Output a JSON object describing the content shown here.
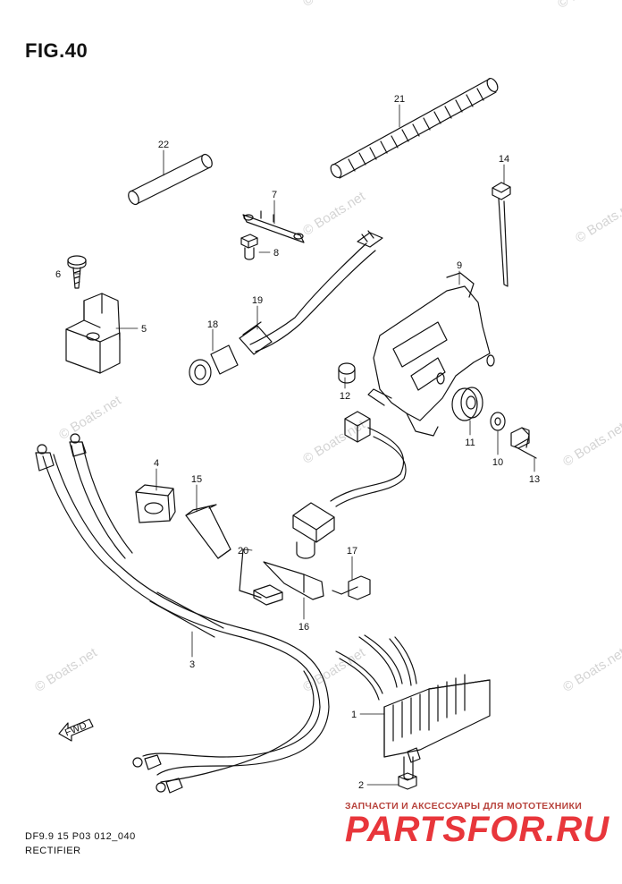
{
  "figure_title": "FIG.40",
  "watermark_text": "© Boats.net",
  "footer": {
    "code": "DF9.9 15 P03 012_040",
    "name": "RECTIFIER"
  },
  "brand": {
    "caption": "ЗАПЧАСТИ И АКСЕССУАРЫ ДЛЯ МОТОТЕХНИКИ",
    "logo": "PARTSFOR.RU"
  },
  "fwd_arrow_label": "FWD",
  "callouts": [
    "1",
    "2",
    "3",
    "4",
    "5",
    "6",
    "7",
    "8",
    "9",
    "10",
    "11",
    "12",
    "13",
    "14",
    "15",
    "16",
    "17",
    "18",
    "19",
    "20",
    "21",
    "22"
  ],
  "colors": {
    "line": "#111111",
    "watermark": "#d4d4d4",
    "brand": "#e8363b"
  }
}
